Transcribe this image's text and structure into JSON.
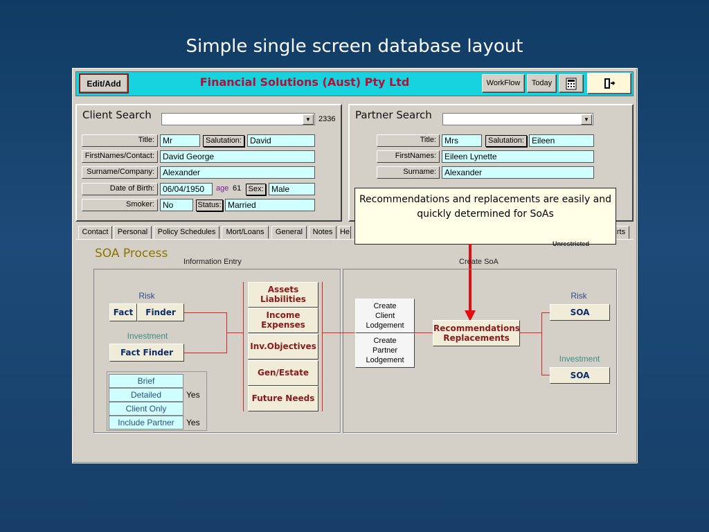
{
  "slide": {
    "title": "Simple single screen database layout"
  },
  "toolbar": {
    "edit_add": "Edit/Add",
    "app_name": "Financial Solutions (Aust) Pty Ltd",
    "workflow": "WorkFlow",
    "today": "Today",
    "calc_icon": "calculator-icon",
    "exit_icon": "exit-door-icon"
  },
  "client": {
    "title": "Client Search",
    "search_value": "",
    "count": "2336",
    "labels": {
      "title": "Title:",
      "first": "FirstNames/Contact:",
      "surname": "Surname/Company:",
      "dob": "Date of Birth:",
      "smoker": "Smoker:"
    },
    "title_value": "Mr",
    "salutation_label": "Salutation:",
    "salutation_value": "David",
    "first_value": "David George",
    "surname_value": "Alexander",
    "dob_value": "06/04/1950",
    "age_label": "age",
    "age_value": "61",
    "sex_label": "Sex:",
    "sex_value": "Male",
    "smoker_value": "No",
    "status_label": "Status:",
    "status_value": "Married"
  },
  "partner": {
    "title": "Partner Search",
    "search_value": "",
    "labels": {
      "title": "Title:",
      "first": "FirstNames:",
      "surname": "Surname:"
    },
    "title_value": "Mrs",
    "salutation_label": "Salutation:",
    "salutation_value": "Eileen",
    "first_value": "Eileen Lynette",
    "surname_value": "Alexander"
  },
  "tabs": [
    "Contact",
    "Personal",
    "Policy Schedules",
    "Mort/Loans",
    "General",
    "Notes",
    "He",
    "rts"
  ],
  "callout": "Recommendations and replacements are easily and quickly determined for SoAs",
  "soa": {
    "title": "SOA Process",
    "unrestricted": "Unrestricted",
    "info_entry": "Information Entry",
    "create_soa": "Create SoA",
    "risk": "Risk",
    "fact": "Fact",
    "finder": "Finder",
    "investment": "Investment",
    "fact_finder": "Fact Finder",
    "options": [
      {
        "label": "Brief",
        "value": ""
      },
      {
        "label": "Detailed",
        "value": "Yes"
      },
      {
        "label": "Client Only",
        "value": ""
      },
      {
        "label": "Include Partner",
        "value": "Yes"
      }
    ],
    "entry_buttons": [
      "Assets\nLiabilities",
      "Income\nExpenses",
      "Inv.Objectives",
      "Gen/Estate",
      "Future Needs"
    ],
    "lodge_client": "Create\nClient\nLodgement",
    "lodge_partner": "Create\nPartner\nLodgement",
    "recommendations": "Recommendations\nReplacements",
    "risk_out": "Risk",
    "soa_risk": "SOA",
    "investment_out": "Investment",
    "soa_investment": "SOA"
  },
  "colors": {
    "accent_cyan": "#17d3dd",
    "field_cyan": "#cfffff",
    "flow_red": "#d22222",
    "brand_red": "#b0113a"
  }
}
